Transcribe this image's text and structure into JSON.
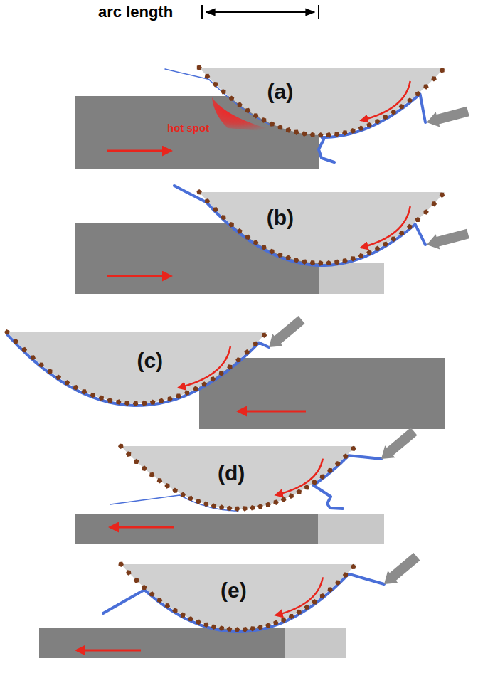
{
  "diagram": {
    "nodes": [
      {
        "text": [
          "(a)"
        ]
      },
      {
        "text": [
          "(b)"
        ]
      },
      {
        "text": [
          "(c)"
        ]
      },
      {
        "text": [
          "(d)"
        ]
      },
      {
        "text": [
          "(e)"
        ]
      }
    ],
    "edges": [],
    "labels": [
      "arc length",
      "hot spot"
    ]
  }
}
